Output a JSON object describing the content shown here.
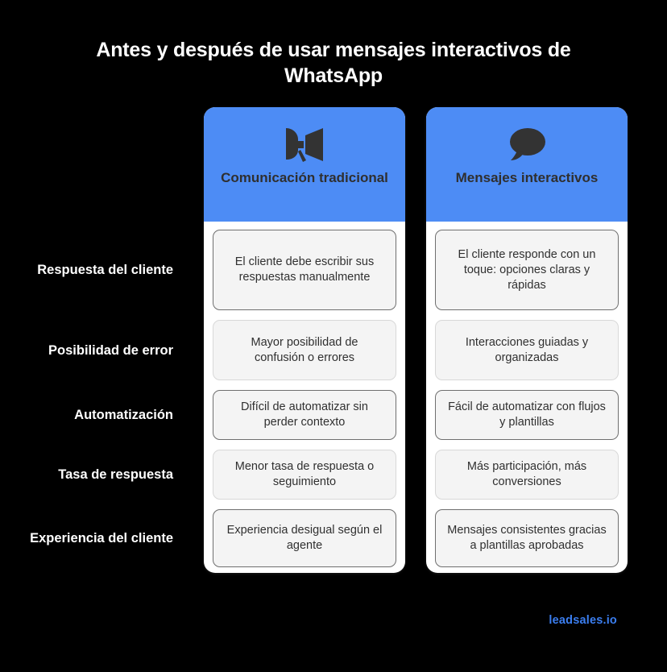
{
  "title": "Antes y después de usar mensajes interactivos de WhatsApp",
  "colors": {
    "background": "#000000",
    "header_blue": "#4d8cf5",
    "panel": "#ffffff",
    "cell_fill": "#f4f4f4",
    "cell_border_strong": "#6f6f6f",
    "cell_border_soft": "#d8d8d8",
    "label_text": "#ffffff",
    "logo_blue": "#3b7ef0"
  },
  "columns": [
    {
      "icon": "megaphone-icon",
      "title": "Comunicación tradicional"
    },
    {
      "icon": "chat-bubble-icon",
      "title": "Mensajes interactivos"
    }
  ],
  "rows": [
    {
      "label": "Respuesta del cliente",
      "traditional": "El cliente debe escribir sus respuestas manualmente",
      "interactive": "El cliente responde con un toque: opciones claras y rápidas"
    },
    {
      "label": "Posibilidad de error",
      "traditional": "Mayor posibilidad de confusión o errores",
      "interactive": "Interacciones guiadas y organizadas"
    },
    {
      "label": "Automatización",
      "traditional": "Difícil de automatizar sin perder contexto",
      "interactive": "Fácil de automatizar con flujos y plantillas"
    },
    {
      "label": "Tasa de respuesta",
      "traditional": "Menor tasa de respuesta o seguimiento",
      "interactive": "Más participación, más conversiones"
    },
    {
      "label": "Experiencia del cliente",
      "traditional": "Experiencia desigual según el agente",
      "interactive": "Mensajes consistentes gracias a plantillas aprobadas"
    }
  ],
  "footer": {
    "logo": "leadsales.io"
  }
}
